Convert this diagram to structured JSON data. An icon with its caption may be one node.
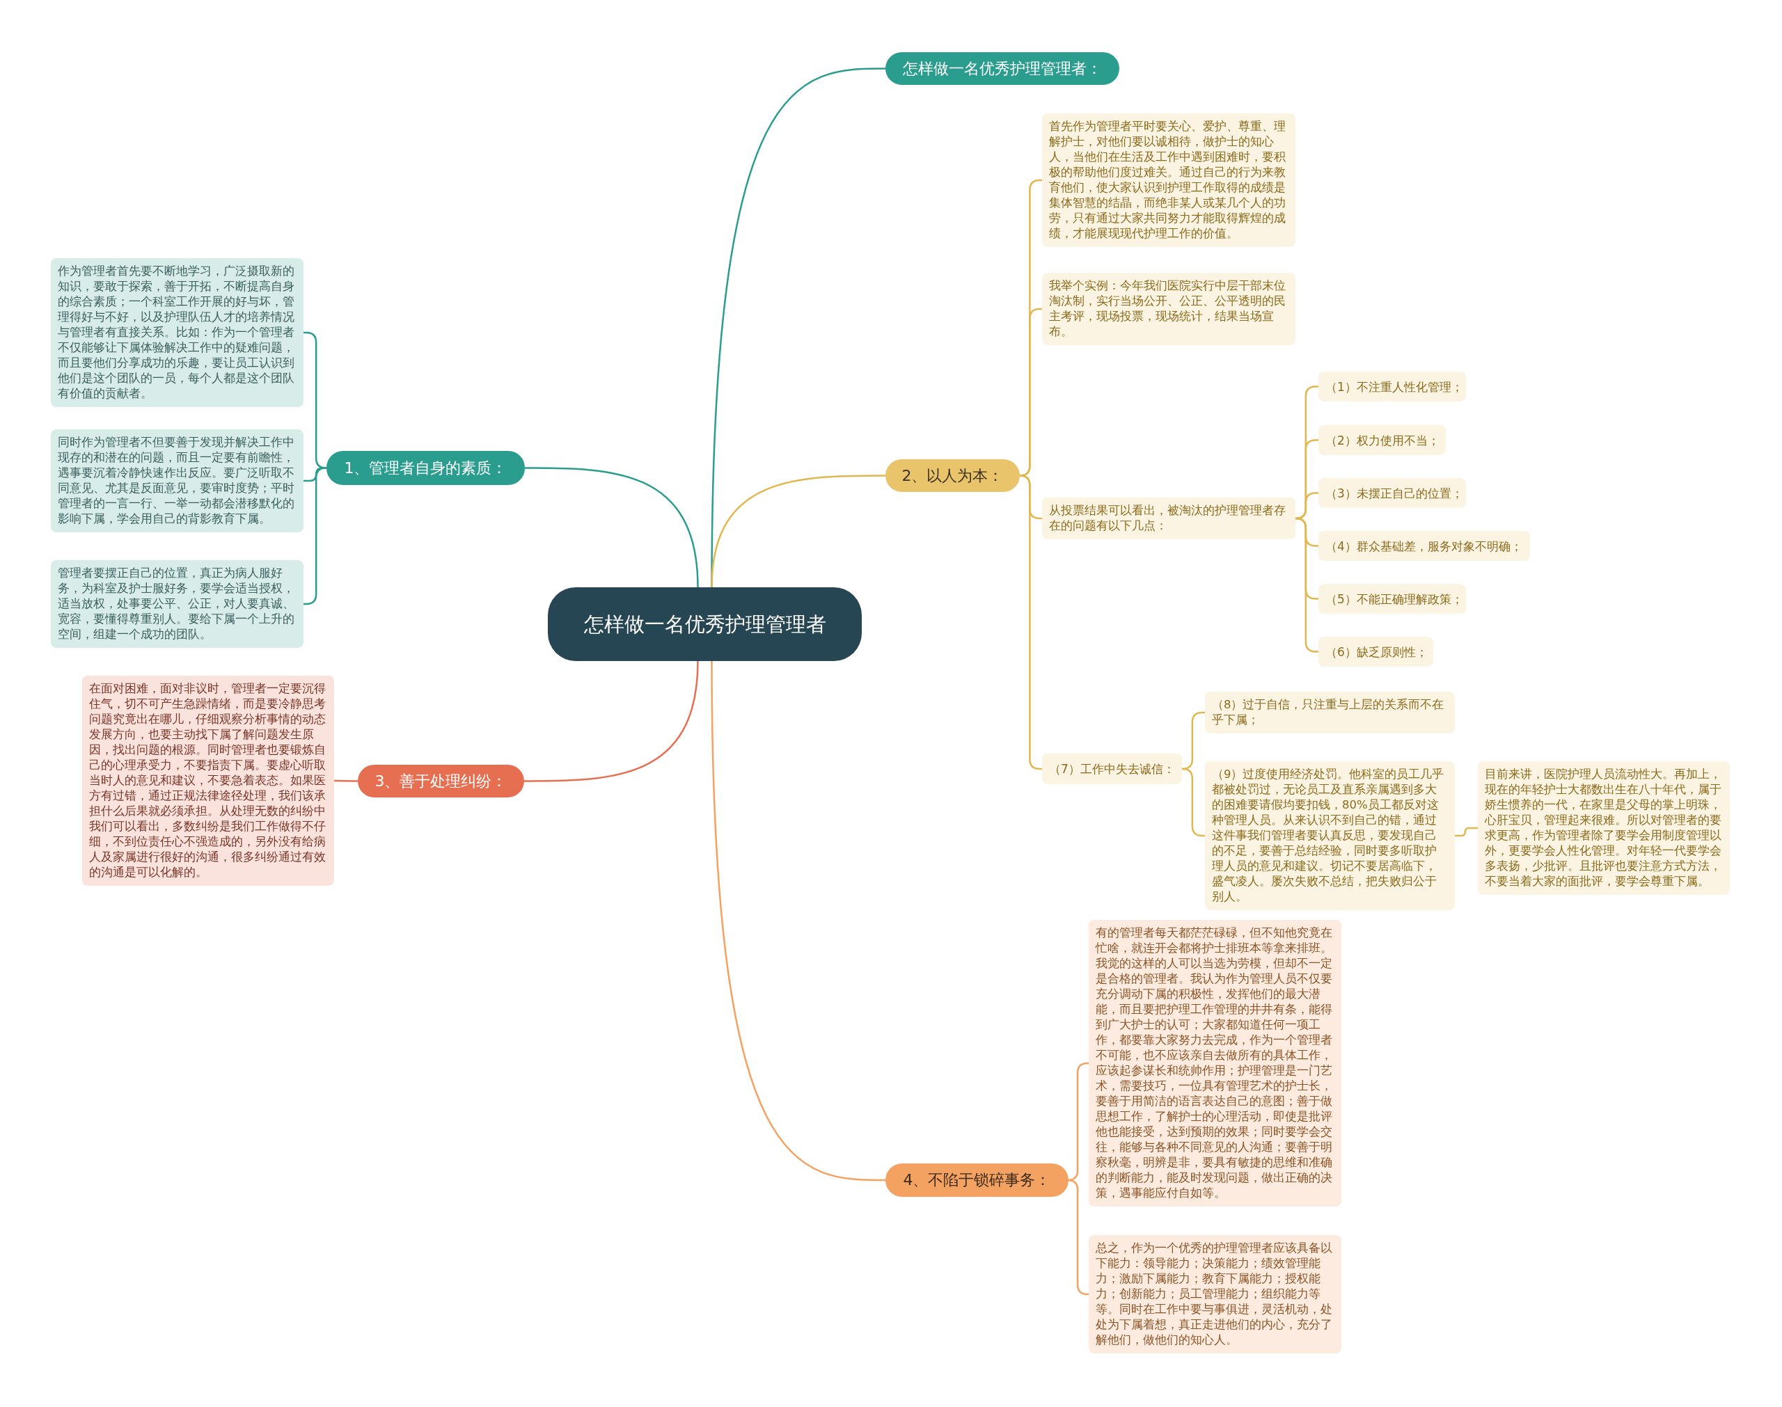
{
  "diagram": {
    "nodes": [
      {
        "text": [
          "怎样做一名优秀护理管理者"
        ]
      },
      {
        "text": [
          "怎样做一名优秀护理管理者："
        ]
      },
      {
        "text": [
          "1、管理者自身的素质："
        ]
      },
      {
        "text": [
          "作为管理者首先要不断地学习，广泛摄取新的知识，要敢于探索，善于开拓，不断提高自身的综合素质；一个科室工作开展的好与坏，管理得好与不好，以及护理队伍人才的培养情况与管理者有直接关系。比如：作为一个管理者不仅能够让下属体验解决工作中的疑难问题，而且要他们分享成功的乐趣，要让员工认识到他们是这个团队的一员，每个人都是这个团队有价值的贡献者。"
        ]
      },
      {
        "text": [
          "同时作为管理者不但要善于发现并解决工作中现存的和潜在的问题，而且一定要有前瞻性，遇事要沉着冷静快速作出反应。要广泛听取不同意见、尤其是反面意见，要审时度势；平时管理者的一言一行、一举一动都会潜移默化的影响下属，学会用自己的背影教育下属。"
        ]
      },
      {
        "text": [
          "管理者要摆正自己的位置，真正为病人服好务，为科室及护士服好务，要学会适当授权，适当放权，处事要公平、公正，对人要真诚、宽容，要懂得尊重别人。要给下属一个上升的空间，组建一个成功的团队。"
        ]
      },
      {
        "text": [
          "2、以人为本："
        ]
      },
      {
        "text": [
          "首先作为管理者平时要关心、爱护、尊重、理解护士，对他们要以诚相待，做护士的知心人，当他们在生活及工作中遇到困难时，要积极的帮助他们度过难关。通过自己的行为来教育他们，使大家认识到护理工作取得的成绩是集体智慧的结晶，而绝非某人或某几个人的功劳，只有通过大家共同努力才能取得辉煌的成绩，才能展现现代护理工作的价值。"
        ]
      },
      {
        "text": [
          "我举个实例：今年我们医院实行中层干部末位淘汰制，实行当场公开、公正、公平透明的民主考评，现场投票，现场统计，结果当场宣布。"
        ]
      },
      {
        "text": [
          "从投票结果可以看出，被淘汰的护理管理者存在的问题有以下几点："
        ]
      },
      {
        "text": [
          "（1）不注重人性化管理；"
        ]
      },
      {
        "text": [
          "（2）权力使用不当；"
        ]
      },
      {
        "text": [
          "（3）未摆正自己的位置；"
        ]
      },
      {
        "text": [
          "（4）群众基础差，服务对象不明确；"
        ]
      },
      {
        "text": [
          "（5）不能正确理解政策；"
        ]
      },
      {
        "text": [
          "（6）缺乏原则性；"
        ]
      },
      {
        "text": [
          "（7）工作中失去诚信："
        ]
      },
      {
        "text": [
          "（8）过于自信，只注重与上层的关系而不在乎下属；"
        ]
      },
      {
        "text": [
          "（9）过度使用经济处罚。他科室的员工几乎都被处罚过，无论员工及直系亲属遇到多大的困难要请假均要扣钱，80%员工都反对这种管理人员。从来认识不到自己的错，通过这件事我们管理者要认真反思，要发现自己的不足，要善于总结经验，同时要多听取护理人员的意见和建议。切记不要居高临下，盛气凌人。屡次失败不总结，把失败归公于别人。"
        ]
      },
      {
        "text": [
          "目前来讲，医院护理人员流动性大。再加上，现在的年轻护士大都数出生在八十年代，属于娇生惯养的一代，在家里是父母的掌上明珠，心肝宝贝，管理起来很难。所以对管理者的要求更高，作为管理者除了要学会用制度管理以外，更要学会人性化管理。对年轻一代要学会多表扬，少批评。且批评也要注意方式方法，不要当着大家的面批评，要学会尊重下属。"
        ]
      },
      {
        "text": [
          "3、善于处理纠纷："
        ]
      },
      {
        "text": [
          "在面对困难，面对非议时，管理者一定要沉得住气，切不可产生急躁情绪，而是要冷静思考问题究竟出在哪儿，仔细观察分析事情的动态发展方向，也要主动找下属了解问题发生原因，找出问题的根源。同时管理者也要锻炼自己的心理承受力，不要指责下属。要虚心听取当时人的意见和建议，不要急着表态。如果医方有过错，通过正规法律途径处理，我们该承担什么后果就必须承担。从处理无数的纠纷中我们可以看出，多数纠纷是我们工作做得不仔细，不到位责任心不强造成的，另外没有给病人及家属进行很好的沟通，很多纠纷通过有效的沟通是可以化解的。"
        ]
      },
      {
        "text": [
          "4、不陷于锁碎事务："
        ]
      },
      {
        "text": [
          "有的管理者每天都茫茫碌碌，但不知他究竟在忙啥，就连开会都将护士排班本等拿来排班。我觉的这样的人可以当选为劳模，但却不一定是合格的管理者。我认为作为管理人员不仅要充分调动下属的积极性，发挥他们的最大潜能，而且要把护理工作管理的井井有条，能得到广大护士的认可；大家都知道任何一项工作，都要靠大家努力去完成，作为一个管理者不可能，也不应该亲自去做所有的具体工作，应该起参谋长和统帅作用；护理管理是一门艺术，需要技巧，一位具有管理艺术的护士长，要善于用简洁的语言表达自己的意图；善于做思想工作，了解护士的心理活动，即使是批评他也能接受，达到预期的效果；同时要学会交往，能够与各种不同意见的人沟通；要善于明察秋毫，明辨是非，要具有敏捷的思维和准确的判断能力，能及时发现问题，做出正确的决策，遇事能应付自如等。"
        ]
      },
      {
        "text": [
          "总之，作为一个优秀的护理管理者应该具备以下能力：领导能力；决策能力；绩效管理能力；激励下属能力；教育下属能力；授权能力；创新能力；员工管理能力；组织能力等等。同时在工作中要与事俱进，灵活机动，处处为下属着想，真正走进他们的内心，充分了解他们，做他们的知心人。"
        ]
      }
    ],
    "edges": [
      {
        "from": 0,
        "to": 1,
        "arrow": "none",
        "color": "#2a9d8f"
      },
      {
        "from": 0,
        "to": 2,
        "arrow": "none",
        "color": "#2a9d8f"
      },
      {
        "from": 2,
        "to": 3,
        "arrow": "none",
        "color": "#2a9d8f"
      },
      {
        "from": 2,
        "to": 4,
        "arrow": "none",
        "color": "#2a9d8f"
      },
      {
        "from": 2,
        "to": 5,
        "arrow": "none",
        "color": "#2a9d8f"
      },
      {
        "from": 0,
        "to": 6,
        "arrow": "none"
      },
      {
        "from": 6,
        "to": 7,
        "arrow": "none"
      },
      {
        "from": 6,
        "to": 8,
        "arrow": "none"
      },
      {
        "from": 6,
        "to": 9,
        "arrow": "none"
      },
      {
        "from": 9,
        "to": 10,
        "arrow": "none"
      },
      {
        "from": 9,
        "to": 11,
        "arrow": "none"
      },
      {
        "from": 9,
        "to": 12,
        "arrow": "none"
      },
      {
        "from": 9,
        "to": 13,
        "arrow": "none"
      },
      {
        "from": 9,
        "to": 14,
        "arrow": "none"
      },
      {
        "from": 9,
        "to": 15,
        "arrow": "none"
      },
      {
        "from": 6,
        "to": 16,
        "arrow": "none"
      },
      {
        "from": 16,
        "to": 17,
        "arrow": "none"
      },
      {
        "from": 16,
        "to": 18,
        "arrow": "none"
      },
      {
        "from": 18,
        "to": 19,
        "arrow": "none"
      },
      {
        "from": 0,
        "to": 20,
        "arrow": "none",
        "color": "#e76f51"
      },
      {
        "from": 20,
        "to": 21,
        "arrow": "none",
        "color": "#e76f51"
      },
      {
        "from": 0,
        "to": 22,
        "arrow": "none",
        "color": "#f4a261"
      },
      {
        "from": 22,
        "to": 23,
        "arrow": "none",
        "color": "#f4a261"
      },
      {
        "from": 22,
        "to": 24,
        "arrow": "none",
        "color": "#f4a261"
      }
    ]
  }
}
